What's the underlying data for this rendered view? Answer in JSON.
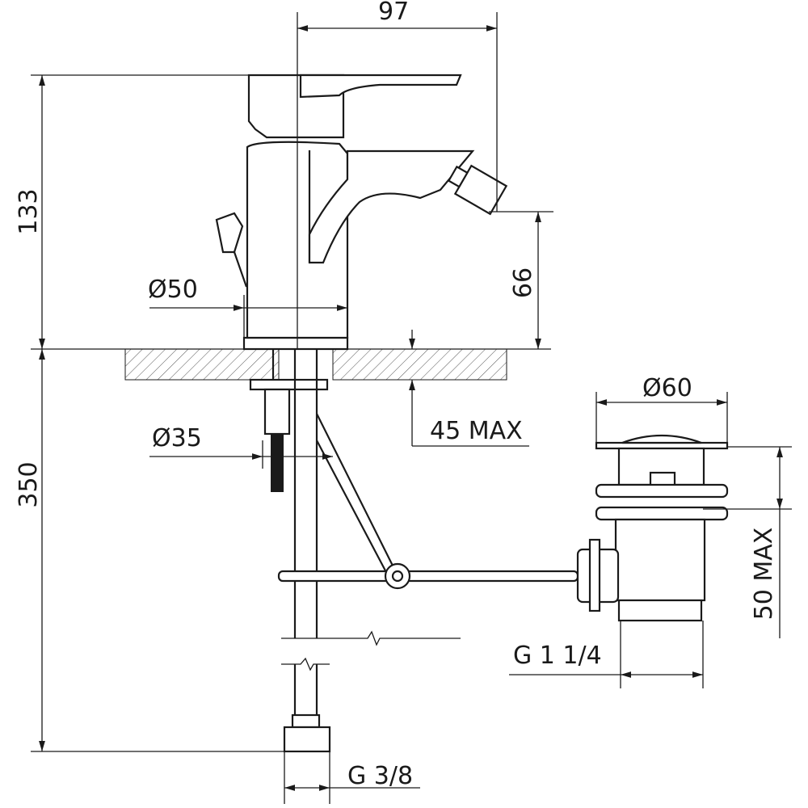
{
  "dimensions": {
    "spout_reach": "97",
    "height_above_deck": "133",
    "base_diameter": "Ø50",
    "spout_height": "66",
    "waste_diameter": "Ø60",
    "deck_thickness": "45 MAX",
    "hole_diameter": "Ø35",
    "hose_length": "350",
    "waste_thickness": "50 MAX",
    "waste_thread": "G 1 1/4",
    "supply_thread": "G 3/8"
  },
  "colors": {
    "line": "#1a1a1a",
    "background": "#ffffff"
  }
}
